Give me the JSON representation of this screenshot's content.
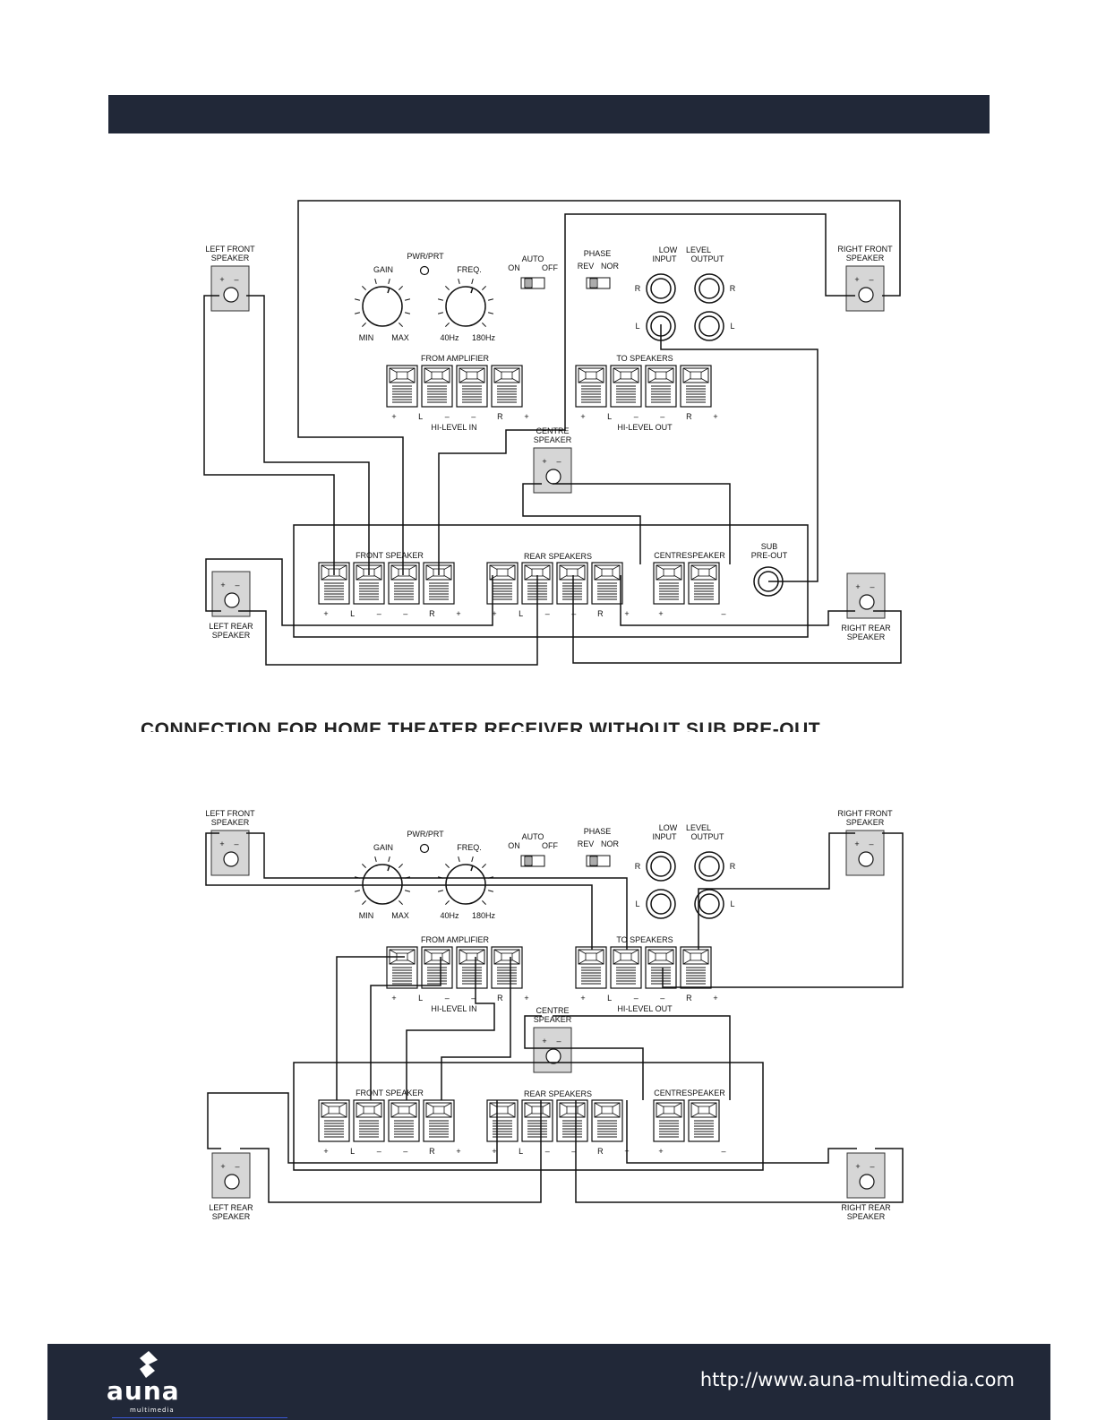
{
  "section_heading": "CONNECTION FOR HOME THEATER RECEIVER WITHOUT SUB PRE-OUT",
  "footer": {
    "url": "http://www.auna-multimedia.com",
    "logo_word": "auna",
    "logo_sub": "multimedia"
  },
  "labels": {
    "left_front": [
      "LEFT FRONT",
      "SPEAKER"
    ],
    "right_front": [
      "RIGHT FRONT",
      "SPEAKER"
    ],
    "left_rear": [
      "LEFT REAR",
      "SPEAKER"
    ],
    "right_rear": [
      "RIGHT REAR",
      "SPEAKER"
    ],
    "centre": [
      "CENTRE",
      "SPEAKER"
    ],
    "pwr": "PWR/PRT",
    "gain": "GAIN",
    "freq": "FREQ.",
    "min": "MIN",
    "max": "MAX",
    "hz40": "40Hz",
    "hz180": "180Hz",
    "auto": "AUTO",
    "on": "ON",
    "off": "OFF",
    "phase": "PHASE",
    "rev": "REV",
    "nor": "NOR",
    "low_input": [
      "LOW",
      "INPUT"
    ],
    "level_output": [
      "LEVEL",
      "OUTPUT"
    ],
    "r": "R",
    "l": "L",
    "from_amplifier": "FROM AMPLIFIER",
    "to_speakers": "TO SPEAKERS",
    "hi_level_in": "HI-LEVEL IN",
    "hi_level_out": "HI-LEVEL OUT",
    "front_speaker": "FRONT SPEAKER",
    "rear_speakers": "REAR SPEAKERS",
    "centre_speaker": "CENTRESPEAKER",
    "sub_preout": [
      "SUB",
      "PRE-OUT"
    ],
    "plus": "+",
    "minus": "–",
    "terminal_marks_4": [
      "+",
      "L",
      "–",
      "–",
      "R",
      "+"
    ],
    "terminal_marks_2": [
      "+",
      "–"
    ]
  }
}
